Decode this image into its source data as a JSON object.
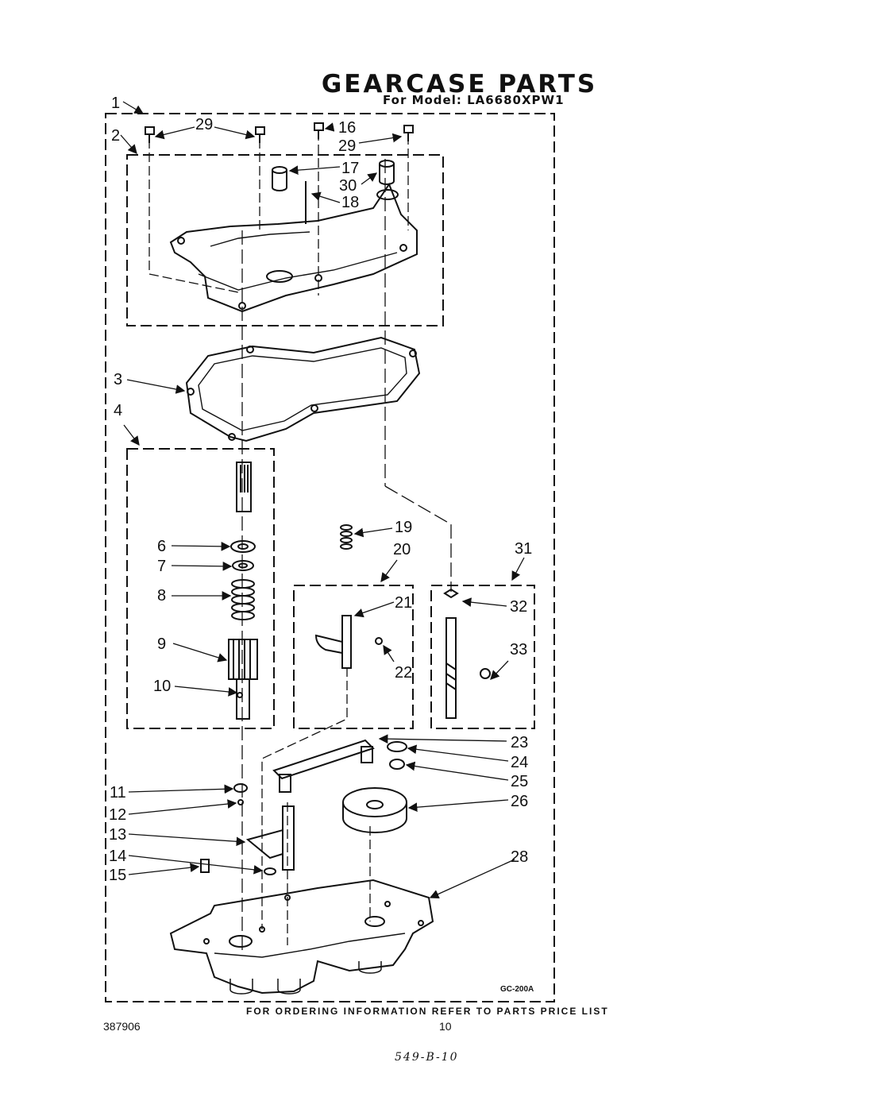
{
  "header": {
    "title": "GEARCASE PARTS",
    "subtitle": "For Model: LA6680XPW1"
  },
  "footer": {
    "note": "FOR ORDERING INFORMATION REFER TO PARTS PRICE LIST",
    "doc_number": "387906",
    "page_number": "10",
    "handwritten": "549-B-10",
    "diagram_code": "GC-200A"
  },
  "callouts": [
    "1",
    "2",
    "3",
    "4",
    "6",
    "7",
    "8",
    "9",
    "10",
    "11",
    "12",
    "13",
    "14",
    "15",
    "16",
    "17",
    "18",
    "19",
    "20",
    "21",
    "22",
    "23",
    "24",
    "25",
    "26",
    "28",
    "29",
    "29",
    "30",
    "31",
    "32",
    "33"
  ]
}
